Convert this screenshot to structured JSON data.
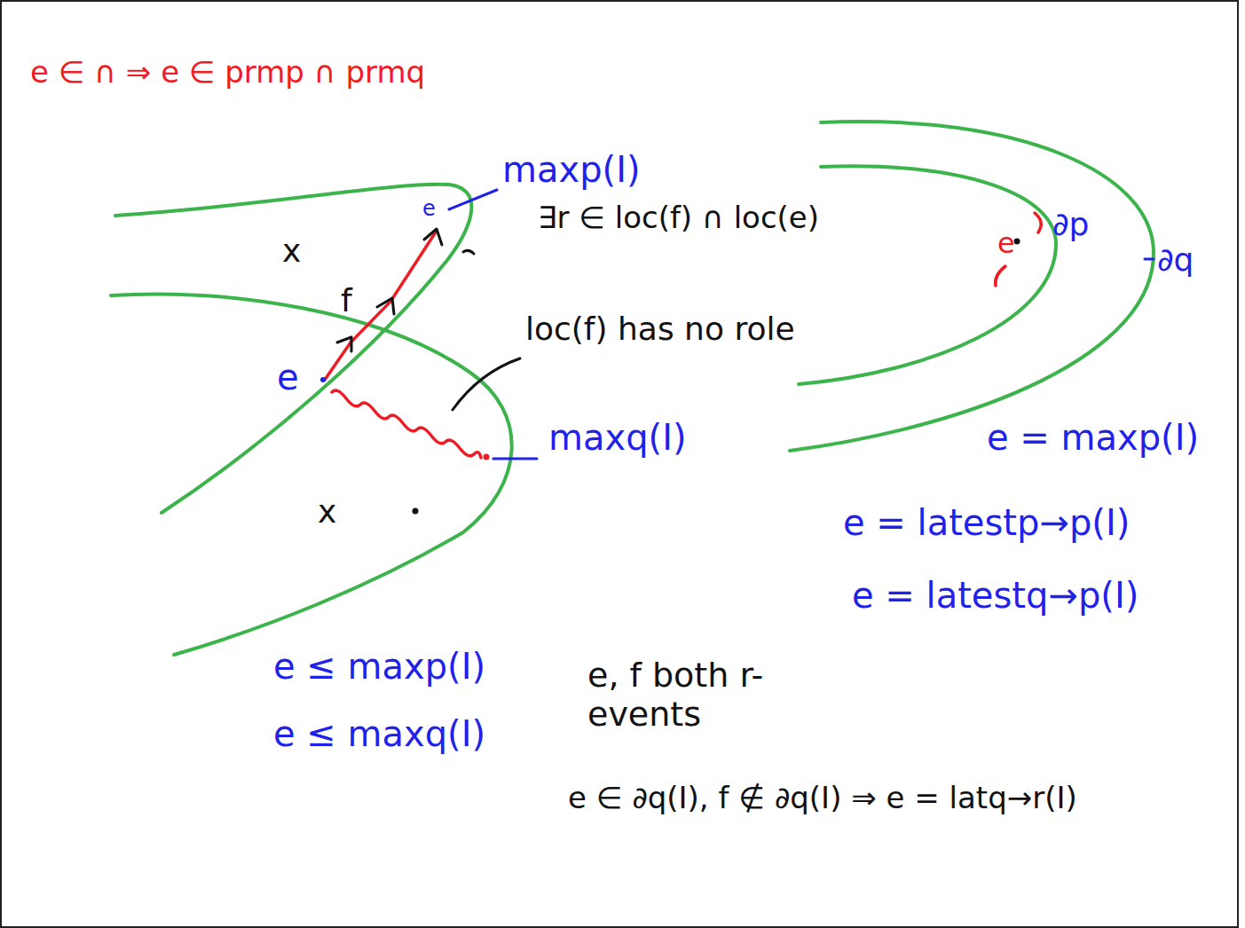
{
  "diagram": {
    "labels": [
      "e ∈ ∩ ⇒ e ∈ prmp ∩ prmq",
      "maxp(I)",
      "e",
      "x",
      "f",
      "∃r ∈ loc(f) ∩ loc(e)",
      "loc(f) has no role",
      "e",
      "maxq(I)",
      "x",
      "e",
      "∂p",
      "∂q",
      "e = maxp(I)",
      "e = latestp→p(I)",
      "e = latestq→p(I)",
      "e ≤ maxp(I)",
      "e ≤ maxq(I)",
      "e, f both r-events",
      "e ∈ ∂q(I), f ∉ ∂q(I) ⇒ e = latq→r(I)"
    ]
  }
}
